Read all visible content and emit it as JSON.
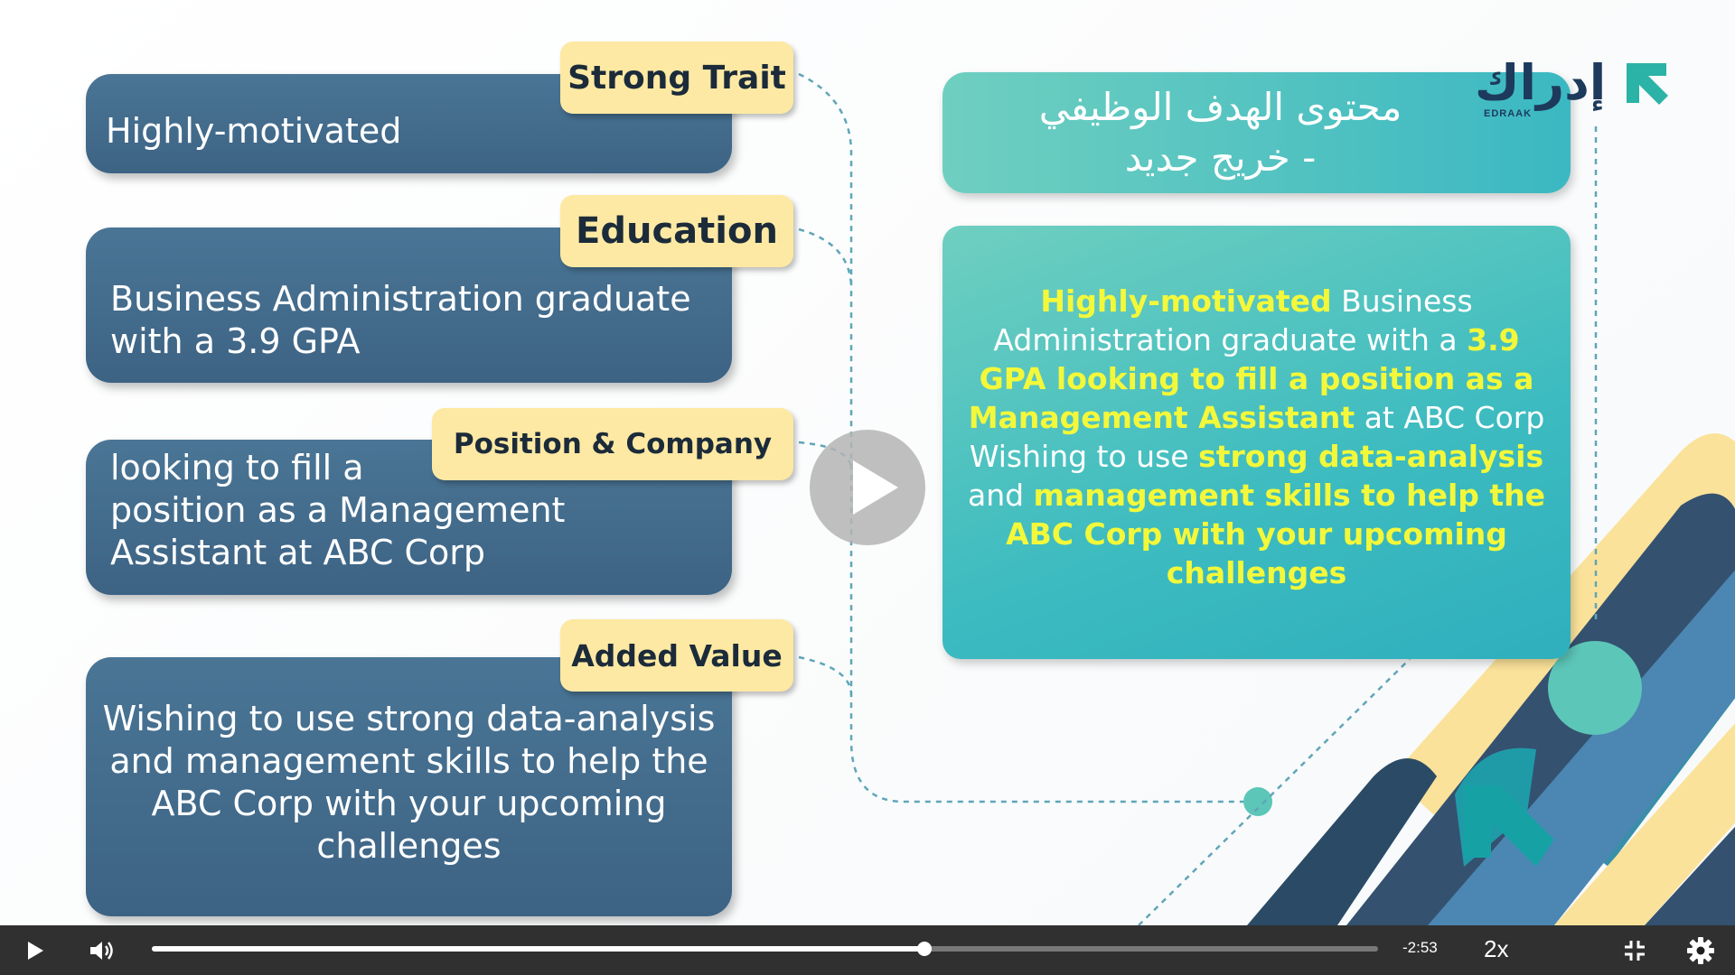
{
  "slide": {
    "cards": [
      {
        "tag": "Strong Trait",
        "text": "Highly-motivated"
      },
      {
        "tag": "Education",
        "text_lines": [
          "Business Administration graduate",
          "with a 3.9 GPA"
        ]
      },
      {
        "tag": "Position & Company",
        "text_lines": [
          "looking to fill a",
          "position as a Management",
          "Assistant at ABC Corp"
        ]
      },
      {
        "tag": "Added Value",
        "text_lines": [
          "Wishing to use strong data-analysis",
          "and management skills to help the",
          "ABC Corp with your upcoming",
          "challenges"
        ]
      }
    ],
    "title_ar": {
      "line1": "محتوى الهدف الوظيفي",
      "line2": "- خريج جديد"
    },
    "summary": {
      "p1": "Highly-motivated",
      "p2": " Business Administration graduate with a ",
      "p3": "3.9 GPA looking to fill a position as a Management Assistant",
      "p4": " at ABC Corp Wishing to use ",
      "p5": "strong data-analysis",
      "p6": " and ",
      "p7": "management skills to help the ABC Corp with your upcoming challenges"
    },
    "logo": {
      "arabic": "إدراك",
      "latin": "EDRAAK"
    }
  },
  "player": {
    "time_remaining": "-2:53",
    "speed": "2x",
    "progress_fraction": 0.63
  },
  "colors": {
    "card_blue": "#4a7595",
    "tag_yellow": "#fde9a3",
    "teal": "#3bb8c2",
    "highlight": "#f3f83a",
    "stripe_yellow": "#fbe29a",
    "stripe_navy": "#34516f"
  }
}
